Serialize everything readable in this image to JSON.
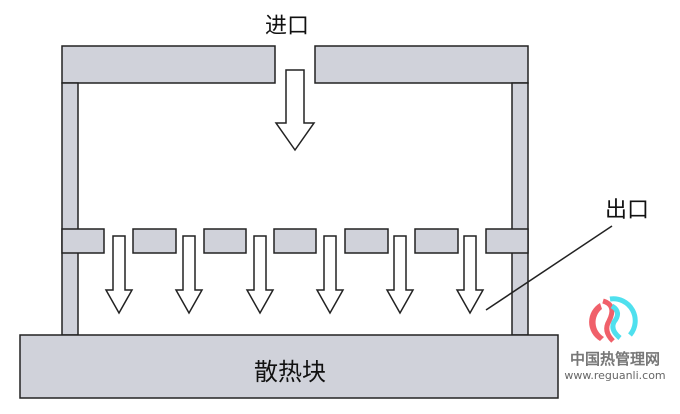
{
  "labels": {
    "inlet": "进口",
    "outlet": "出口",
    "heat_sink": "散热块"
  },
  "watermark": {
    "name": "中国热管理网",
    "url": "www.reguanli.com"
  },
  "colors": {
    "part_fill": "#d0d2da",
    "stroke": "#222222",
    "logo_red": "#f0606a",
    "logo_cyan": "#4fe0ee"
  }
}
